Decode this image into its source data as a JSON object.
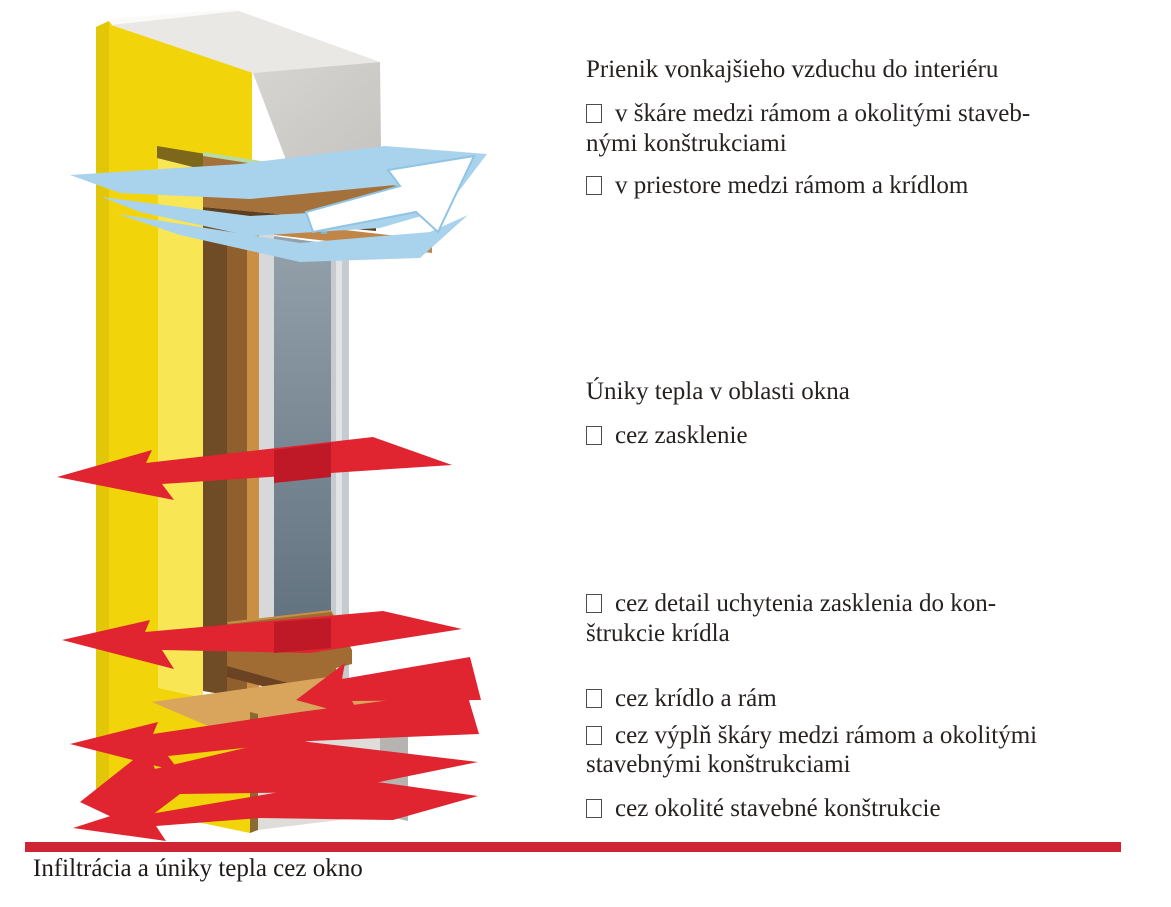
{
  "caption": "Infiltrácia a úniky tepla cez okno",
  "bullet_glyph": "□",
  "annotations": {
    "infiltration": {
      "heading": "Prienik vonkajšieho vzduchu do interiéru",
      "items": [
        {
          "lines": [
            "v škáre medzi rámom a okolitými staveb-",
            "nými konštrukciami"
          ]
        },
        {
          "lines": [
            "v priestore medzi rámom a krídlom"
          ]
        }
      ]
    },
    "heat_loss": {
      "heading": "Úniky tepla v oblasti okna",
      "items": [
        {
          "lines": [
            "cez zasklenie"
          ]
        }
      ]
    },
    "heat_loss_details": {
      "items": [
        {
          "lines": [
            "cez detail uchytenia zasklenia do kon-",
            "štrukcie krídla"
          ]
        },
        {
          "lines": [
            "cez krídlo a rám"
          ]
        },
        {
          "lines": [
            "cez výplň škáry medzi rámom a okolitými",
            "stavebnými konštrukciami"
          ]
        },
        {
          "lines": [
            "cez okolité stavebné konštrukcie"
          ]
        }
      ]
    }
  },
  "illustration": {
    "subject": "3D cutaway of a window in a wall: blue arrows = outside air entering, red arrows = heat escaping",
    "colors": {
      "insulation_yellow": "#F2D40A",
      "insulation_yellow_light": "#F8E654",
      "reveal_shadow": "#7C671B",
      "concrete_top": "#E9E8E5",
      "concrete_shade": "#CECDC9",
      "wood_dark": "#6F4B26",
      "wood_mid": "#8F5F2D",
      "wood_light": "#C98F44",
      "sill_tan": "#D9A55C",
      "glass_top": "#94A1AB",
      "glass_bottom": "#5E6F7C",
      "seal_green": "#B8DAA4",
      "air_arrow_blue": "#A9D3EC",
      "heat_arrow_red": "#E02430",
      "heat_arrow_red_dark": "#BF1826",
      "rule_red": "#CE2433",
      "text": "#262220"
    }
  }
}
